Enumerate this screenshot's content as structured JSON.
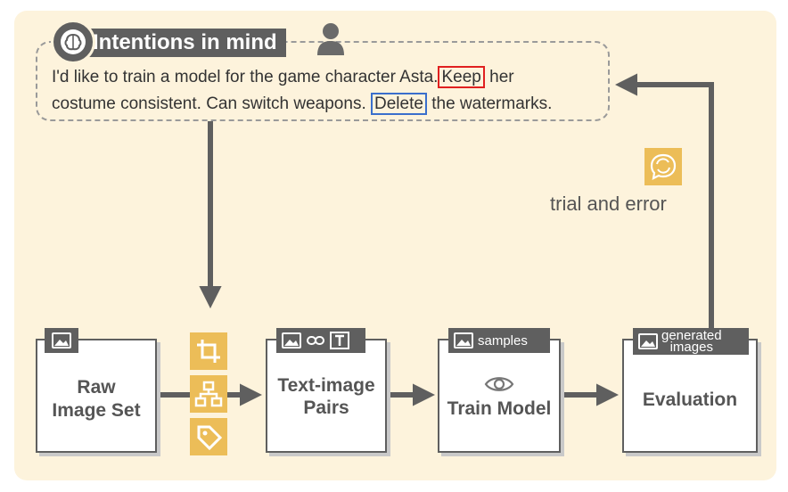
{
  "header": {
    "title": "Intentions in mind"
  },
  "intent": {
    "line1_pre": "I'd like to train a model for the game character Asta.",
    "keep": "Keep",
    "line1_post": "her",
    "line2_pre": "costume consistent. Can switch weapons.",
    "delete": "Delete",
    "line2_post": "the watermarks."
  },
  "nodes": {
    "raw": {
      "line1": "Raw",
      "line2": "Image Set"
    },
    "pairs": {
      "line1": "Text-image",
      "line2": "Pairs"
    },
    "train": {
      "label": "Train Model",
      "tag": "samples"
    },
    "eval": {
      "label": "Evaluation",
      "tag_line1": "generated",
      "tag_line2": "images"
    }
  },
  "loop": {
    "label": "trial and error"
  },
  "icons": [
    "brain-icon",
    "user-icon",
    "image-icon",
    "link-icon",
    "text-icon",
    "crop-icon",
    "hierarchy-icon",
    "tag-icon",
    "eye-icon",
    "chat-refresh-icon"
  ],
  "colors": {
    "accent_yellow": "#ecbd58",
    "keep_highlight": "#e02020",
    "delete_highlight": "#3a6fcc",
    "dark": "#5f5f5f",
    "background": "#fdf3dc"
  }
}
